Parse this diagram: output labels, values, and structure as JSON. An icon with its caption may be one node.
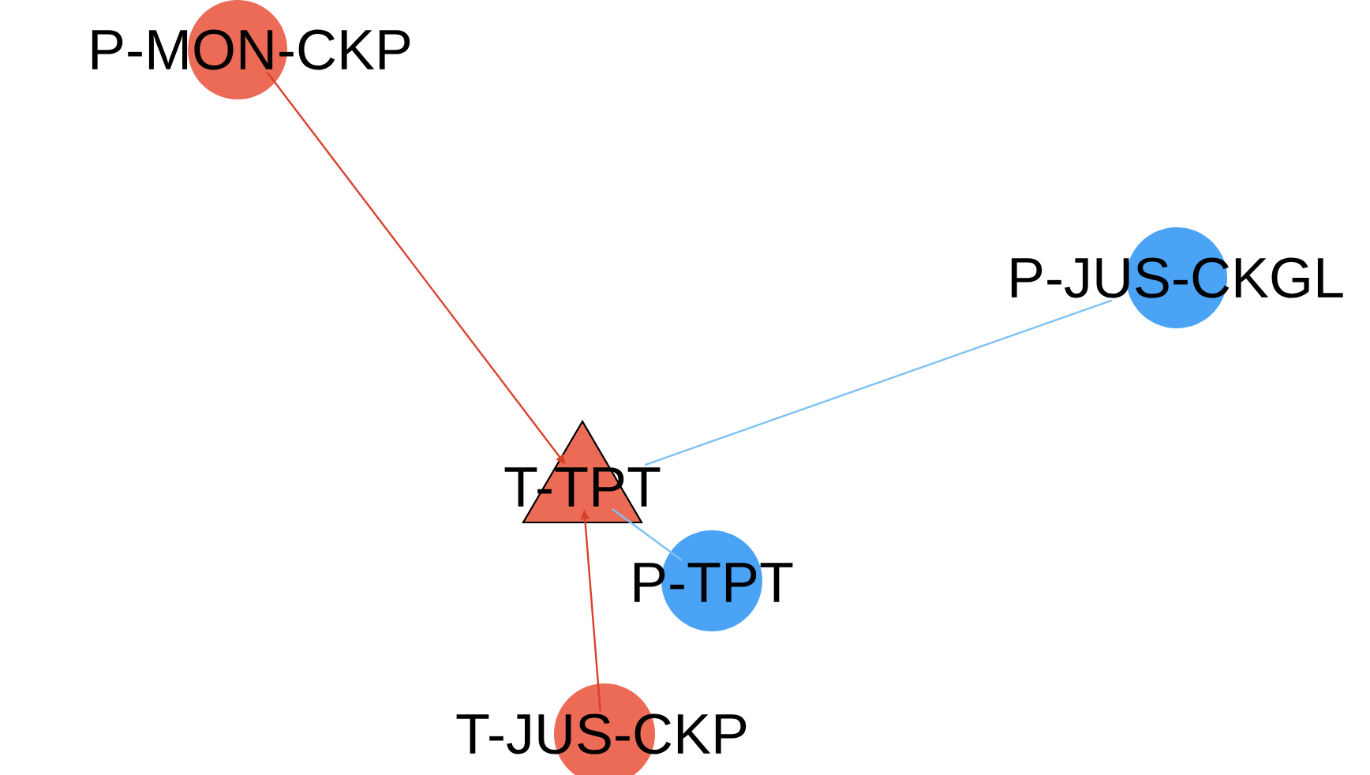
{
  "diagram": {
    "nodes": [
      {
        "text": [
          "P-MON-CKP"
        ]
      },
      {
        "text": [
          "P-JUS-CKGL"
        ]
      },
      {
        "text": [
          "T-TPT"
        ]
      },
      {
        "text": [
          "P-TPT"
        ]
      },
      {
        "text": [
          "T-JUS-CKP"
        ]
      }
    ],
    "edges": [
      {
        "from": 0,
        "to": 2,
        "arrow": "to",
        "color": "#d9412b"
      },
      {
        "from": 1,
        "to": 2,
        "arrow": "none",
        "color": "#7dc1f4"
      },
      {
        "from": 2,
        "to": 3,
        "arrow": "none",
        "color": "#7dc1f4"
      },
      {
        "from": 4,
        "to": 2,
        "arrow": "to",
        "color": "#d9412b"
      }
    ]
  }
}
